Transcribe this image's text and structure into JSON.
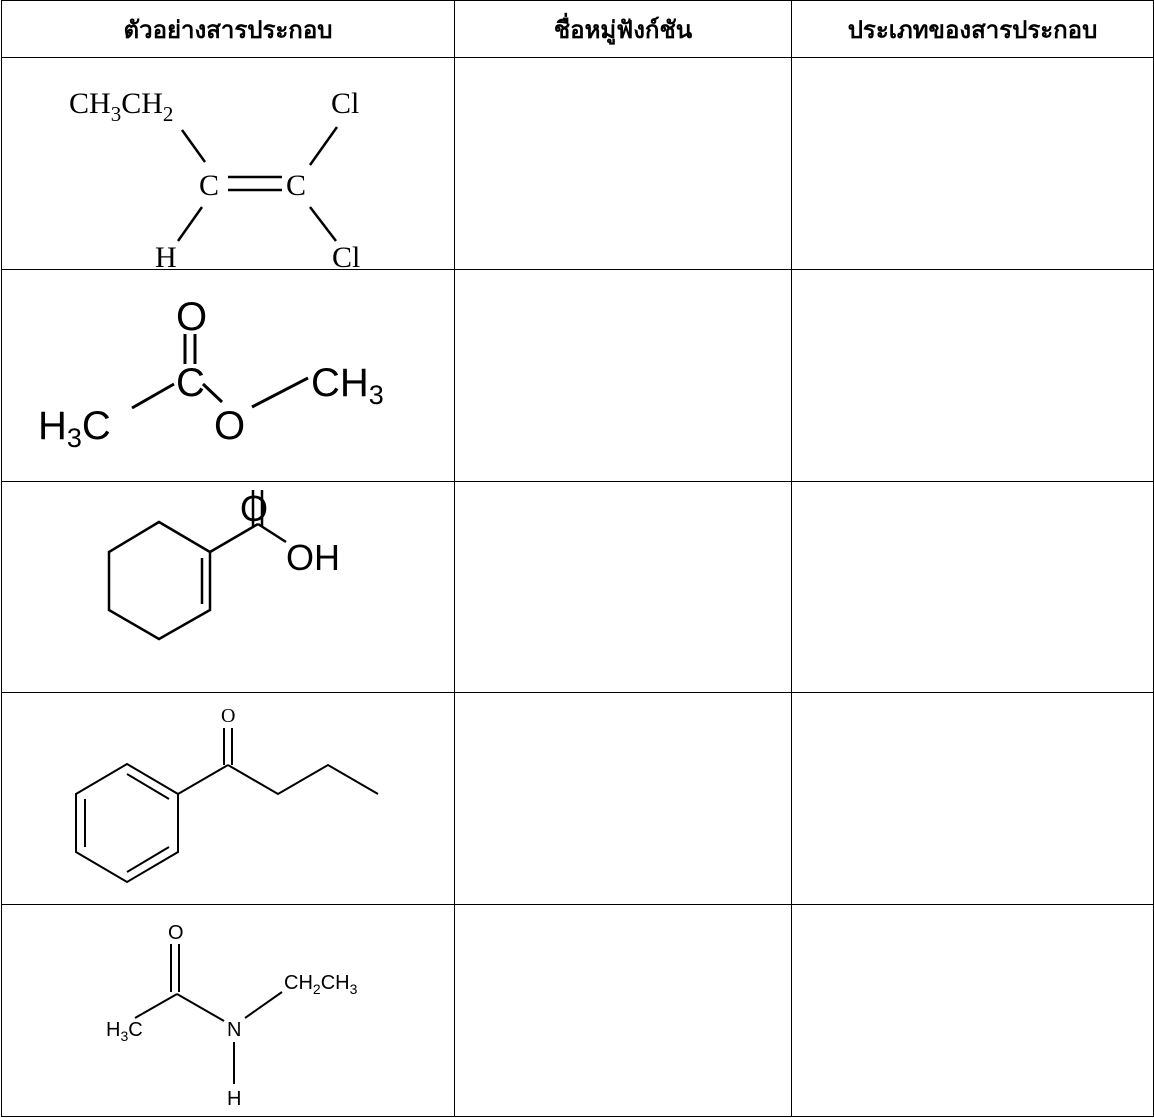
{
  "table": {
    "headers": [
      "ตัวอย่างสารประกอบ",
      "ชื่อหมู่ฟังก์ชัน",
      "ประเภทของสารประกอบ"
    ],
    "rows": [
      {
        "functional_group": "",
        "compound_type": ""
      },
      {
        "functional_group": "",
        "compound_type": ""
      },
      {
        "functional_group": "",
        "compound_type": ""
      },
      {
        "functional_group": "",
        "compound_type": ""
      },
      {
        "functional_group": "",
        "compound_type": ""
      }
    ]
  },
  "structures": {
    "s1": {
      "ch3": "CH",
      "sub3": "3",
      "ch2": "CH",
      "sub2": "2",
      "cl_top": "Cl",
      "c_left": "C",
      "c_right": "C",
      "h": "H",
      "cl_bottom": "Cl"
    },
    "s2": {
      "o_carbonyl": "O",
      "c": "C",
      "h3c_h": "H",
      "h3c_sub": "3",
      "h3c_c": "C",
      "o_ester": "O",
      "ch3_c": "CH",
      "ch3_sub": "3"
    },
    "s3": {
      "o": "O",
      "oh": "OH"
    },
    "s4": {
      "o": "O"
    },
    "s5": {
      "o": "O",
      "h3c_h": "H",
      "h3c_sub": "3",
      "h3c_c": "C",
      "n": "N",
      "h": "H",
      "ch2": "CH",
      "ch2_sub": "2",
      "ch3": "CH",
      "ch3_sub": "3"
    }
  }
}
